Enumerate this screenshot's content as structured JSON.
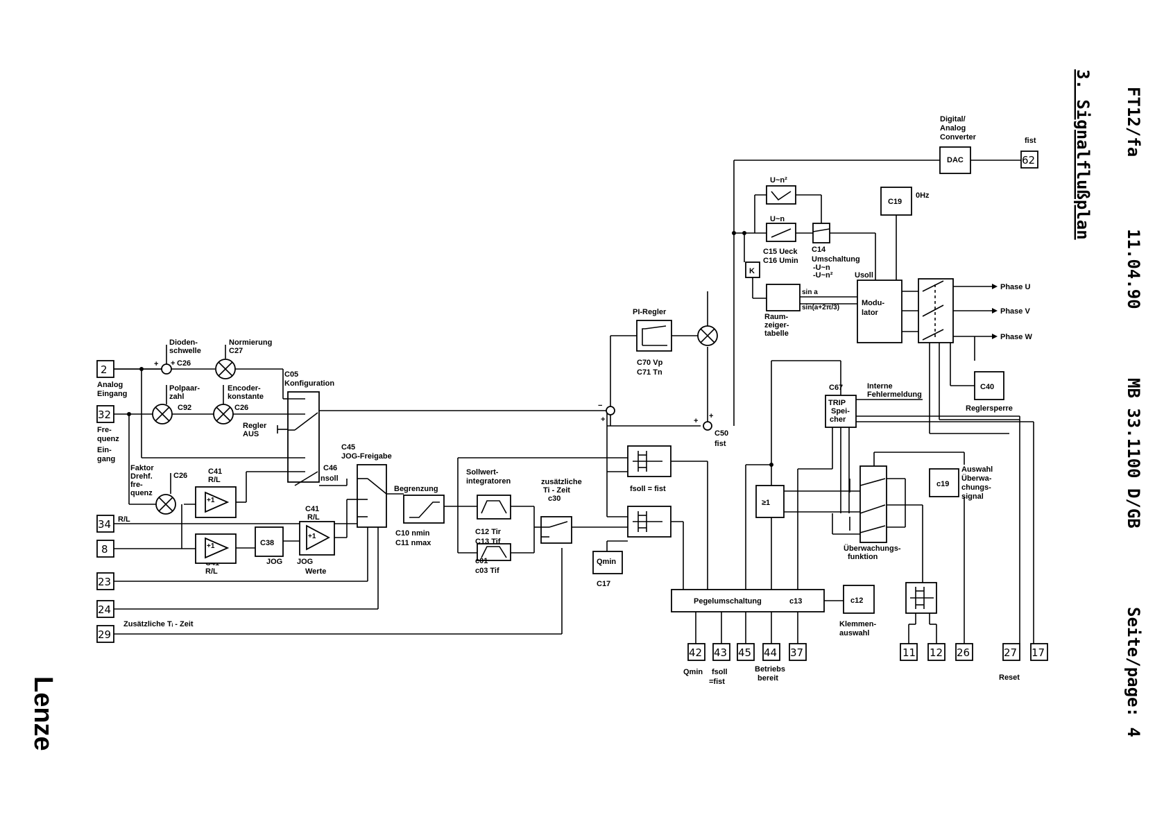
{
  "header": {
    "section": "3. Signalflußplan",
    "doc_code": "FT12/fa",
    "date": "11.04.90",
    "doc_no": "MB 33.1100 D/GB",
    "page": "Seite/page: 4"
  },
  "brand": "Lenze",
  "terminals": {
    "t2": "2",
    "t32": "32",
    "t34": "34",
    "t8": "8",
    "t23": "23",
    "t24": "24",
    "t29": "29",
    "t62": "62",
    "t42": "42",
    "t43": "43",
    "t45": "45",
    "t44": "44",
    "t37": "37",
    "t11": "11",
    "t12": "12",
    "t26": "26",
    "t27": "27",
    "t17": "17"
  },
  "left": {
    "analog_in_1": "Analog",
    "analog_in_2": "Eingang",
    "freq_in_1": "Fre-",
    "freq_in_2": "quenz",
    "freq_in_3": "Ein-",
    "freq_in_4": "gang",
    "rl": "R/L",
    "ti_zeit": "Zusätzliche Tᵢ - Zeit",
    "dioden_1": "Dioden-",
    "dioden_2": "schwelle",
    "c26a": "C26",
    "normierung": "Normierung",
    "c27": "C27",
    "polpaar_1": "Polpaar-",
    "polpaar_2": "zahl",
    "c92": "C92",
    "encoder_1": "Encoder-",
    "encoder_2": "konstante",
    "c26b": "C26",
    "c05": "C05",
    "konfig": "Konfiguration",
    "regler_1": "Regler",
    "regler_2": "AUS",
    "faktor_1": "Faktor",
    "faktor_2": "Drehf.",
    "faktor_3": "fre-",
    "faktor_4": "quenz",
    "c26c": "C26",
    "c41a_1": "C41",
    "c41a_2": "R/L",
    "c41b_1": "C41",
    "c41b_2": "R/L",
    "c41c_1": "C41",
    "c41c_2": "R/L",
    "c38": "C38",
    "jog": "JOG",
    "jog_werte": "JOG",
    "werte": "Werte",
    "c46": "C46",
    "nsoll": "nsoll",
    "c45": "C45",
    "jog_freigabe": "JOG-Freigabe",
    "plus1": "+1"
  },
  "middle": {
    "begrenzung": "Begrenzung",
    "c10": "C10 nmin",
    "c11": "C11 nmax",
    "sollwert_1": "Sollwert-",
    "sollwert_2": "integratoren",
    "c12": "C12 Tir",
    "c13": "C13 Tif",
    "c01": "c01",
    "c03": "c03 Tif",
    "zus_ti_1": "zusätzliche",
    "zus_ti_2": "Ti - Zeit",
    "c30": "c30",
    "qmin_box": "Qmin",
    "c17": "C17",
    "pi_regler": "PI-Regler",
    "c70": "C70 Vp",
    "c71": "C71 Tn",
    "c50": "C50",
    "fist": "fist",
    "fsoll_fist": "fsoll = fist"
  },
  "right": {
    "dac_1": "Digital/",
    "dac_2": "Analog",
    "dac_3": "Converter",
    "dac": "DAC",
    "fist_out": "fist",
    "u_n2": "U~n²",
    "u_n": "U~n",
    "c19_top": "C19",
    "ohz": "0Hz",
    "c15": "C15 Ueck",
    "c16": "C16 Umin",
    "c14": "C14",
    "umschaltung": "Umschaltung",
    "un": "-U~n",
    "un2": "-U~n²",
    "usoll": "Usoll",
    "k": "K",
    "sin_a": "sin a",
    "sin_a2": "sin(a+2π/3)",
    "raum_1": "Raum-",
    "raum_2": "zeiger-",
    "raum_3": "tabelle",
    "modulator_1": "Modu-",
    "modulator_2": "lator",
    "phase_u": "Phase U",
    "phase_v": "Phase V",
    "phase_w": "Phase W",
    "c40": "C40",
    "reglersperre": "Reglersperre",
    "c67": "C67",
    "interne_1": "Interne",
    "interne_2": "Fehlermeldung",
    "trip_1": "TRIP",
    "trip_2": "Spei-",
    "trip_3": "cher",
    "c19_low": "c19",
    "auswahl_1": "Auswahl",
    "auswahl_2": "Überwa-",
    "auswahl_3": "chungs-",
    "auswahl_4": "signal",
    "ge1": "≥1",
    "ueberw_1": "Überwachungs-",
    "ueberw_2": "funktion",
    "pegel": "Pegelumschaltung",
    "c13_pegel": "c13",
    "c12_klemm": "c12",
    "klemm_1": "Klemmen-",
    "klemm_2": "auswahl",
    "qmin_out": "Qmin",
    "fsoll_out_1": "fsoll",
    "fsoll_out_2": "=fist",
    "betriebs_1": "Betriebs",
    "betriebs_2": "bereit",
    "reset": "Reset"
  }
}
